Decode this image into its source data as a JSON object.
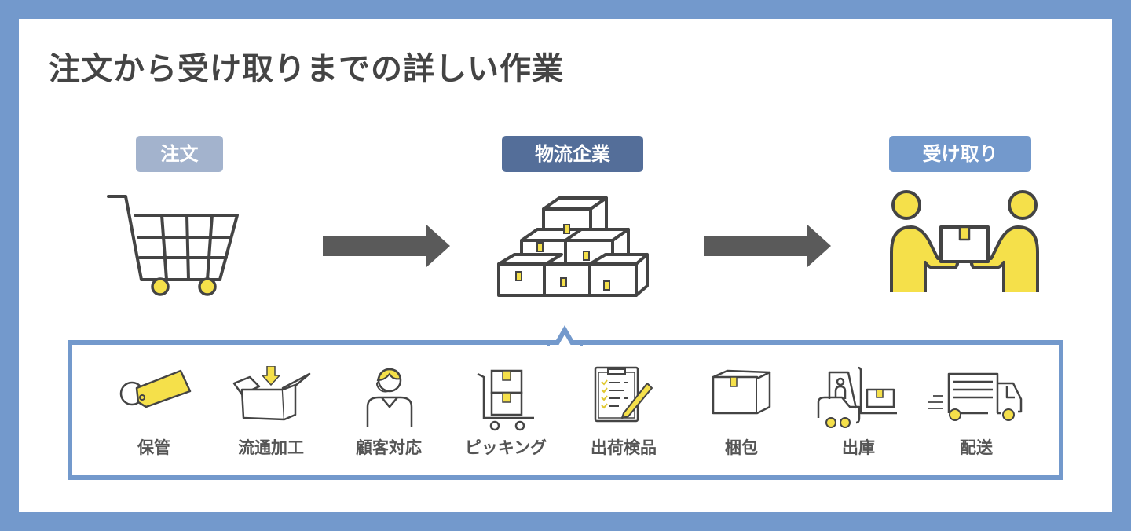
{
  "title": "注文から受け取りまでの詳しい作業",
  "colors": {
    "frame": "#7399cc",
    "label_order": "#a3b3cd",
    "label_logistics": "#546e99",
    "label_receive": "#7399cc",
    "accent_yellow": "#f5e04a",
    "line_dark": "#444444",
    "arrow": "#5a5a5a"
  },
  "stages": [
    {
      "label": "注文",
      "icon": "shopping-cart-icon"
    },
    {
      "label": "物流企業",
      "icon": "stacked-boxes-icon"
    },
    {
      "label": "受け取り",
      "icon": "package-handover-icon"
    }
  ],
  "tasks": [
    {
      "label": "保管",
      "icon": "tag-icon"
    },
    {
      "label": "流通加工",
      "icon": "open-box-icon"
    },
    {
      "label": "顧客対応",
      "icon": "operator-headset-icon"
    },
    {
      "label": "ピッキング",
      "icon": "hand-cart-icon"
    },
    {
      "label": "出荷検品",
      "icon": "clipboard-checklist-icon"
    },
    {
      "label": "梱包",
      "icon": "box-icon"
    },
    {
      "label": "出庫",
      "icon": "forklift-icon"
    },
    {
      "label": "配送",
      "icon": "delivery-truck-icon"
    }
  ]
}
